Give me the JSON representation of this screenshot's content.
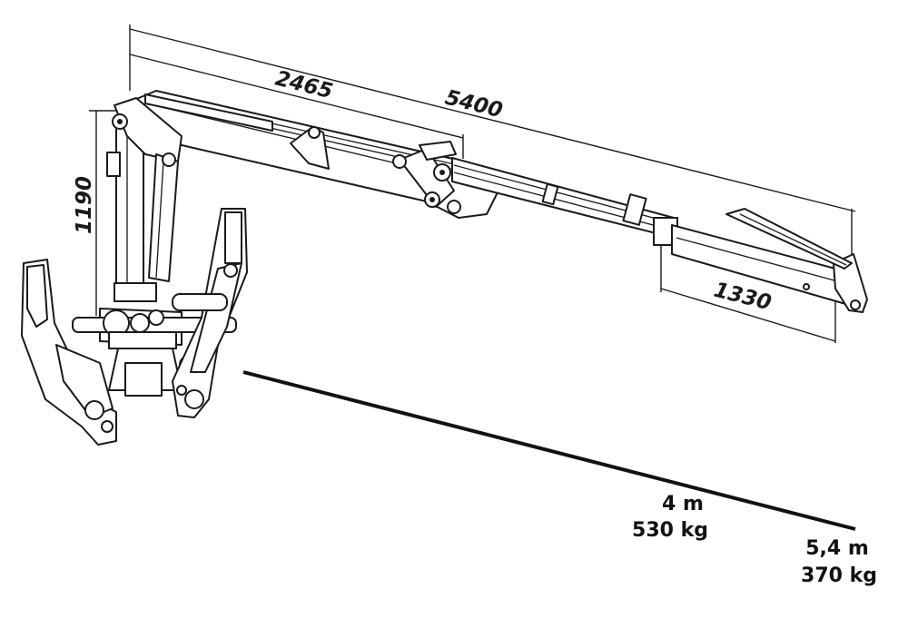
{
  "dimensions": {
    "boom_first_section": "2465",
    "boom_total_reach": "5400",
    "extension": "1330",
    "column_height": "1190"
  },
  "capacity": [
    {
      "reach": "4 m",
      "load": "530 kg"
    },
    {
      "reach": "5,4 m",
      "load": "370 kg"
    }
  ],
  "colors": {
    "line": "#1a1a1a",
    "background": "#ffffff"
  }
}
